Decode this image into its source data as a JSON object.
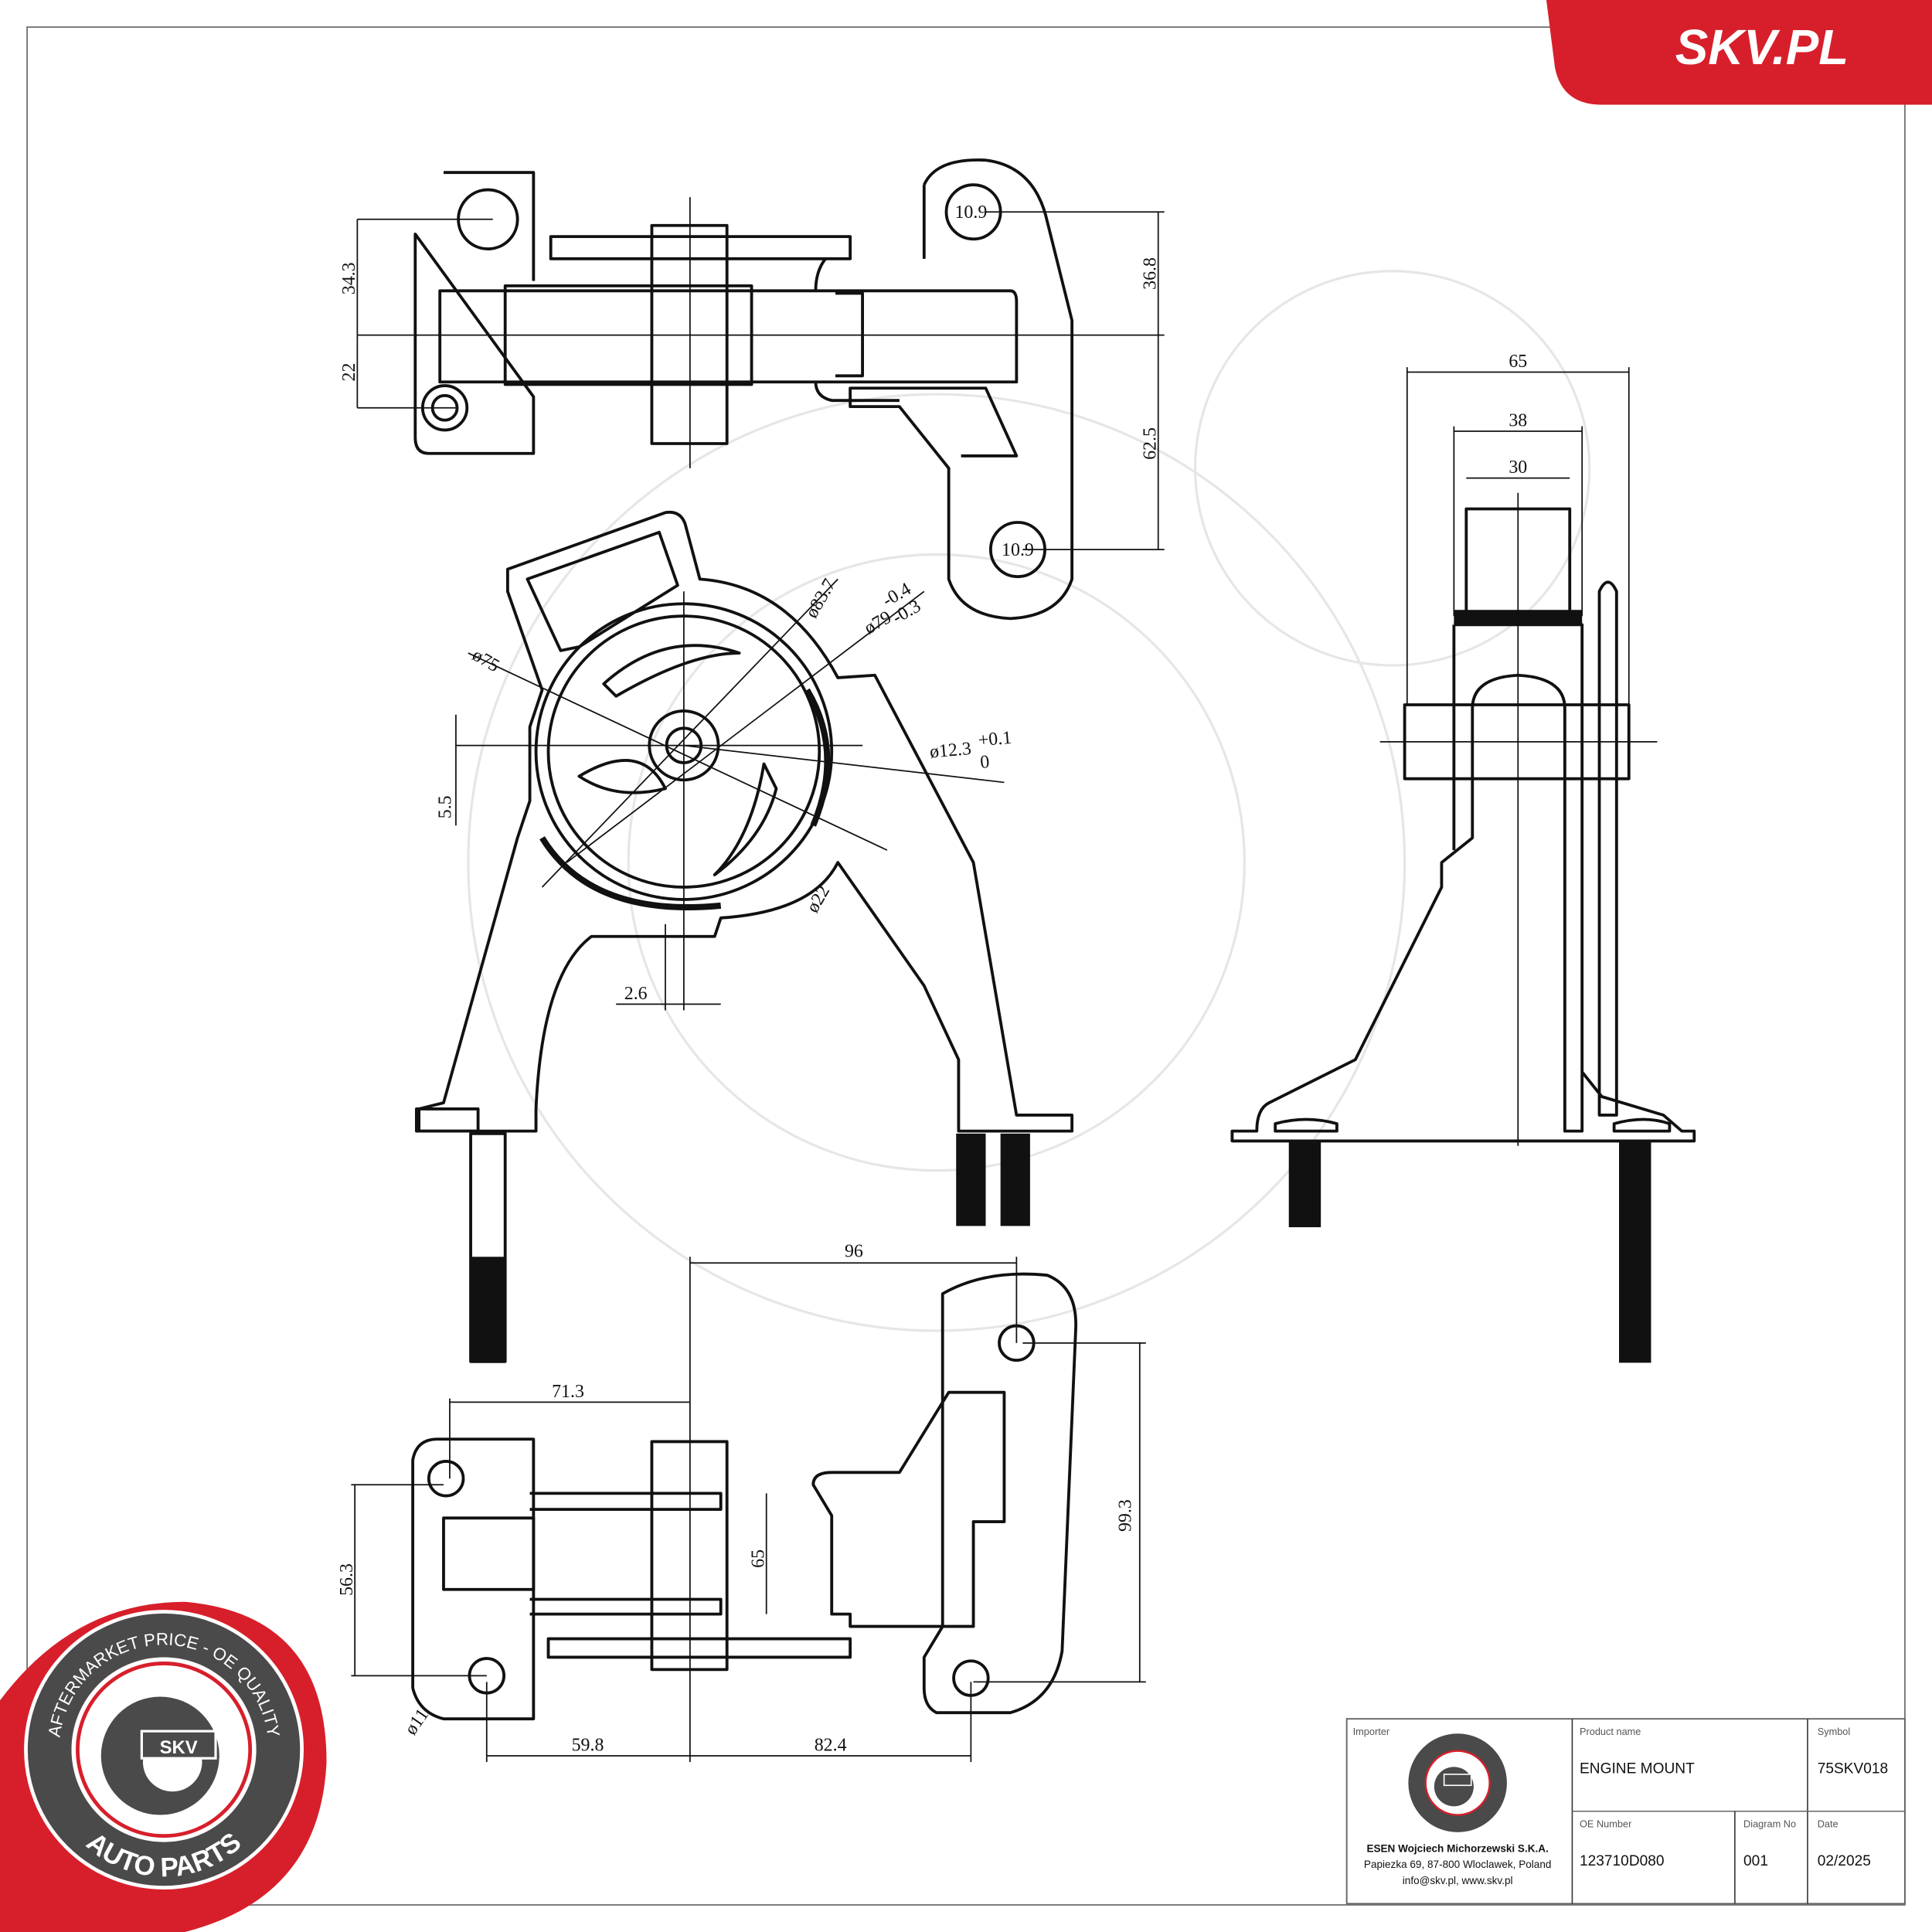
{
  "brand": {
    "banner_text": "SKV.PL",
    "red": "#d71f2b",
    "gray": "#4a4a4a"
  },
  "seal": {
    "top_text": "AFTERMARKET PRICE - OE QUALITY",
    "bottom_text": "AUTO PARTS",
    "center_text": "SKV"
  },
  "top_view": {
    "dims": [
      "34.3",
      "22",
      "36.8",
      "62.5",
      "10.9",
      "10.9"
    ]
  },
  "front_view": {
    "dims": {
      "d83": "ø83.7",
      "d79": "ø79",
      "d79_tol_upper": "-0.4",
      "d79_tol_lower": "-0.3",
      "d75": "ø75",
      "d12": "ø12.3",
      "d12_tol_upper": "+0.1",
      "d12_tol_lower": "0",
      "offset": "5.5",
      "d22": "ø22",
      "gap": "2.6"
    }
  },
  "side_view": {
    "dims": [
      "65",
      "38",
      "30"
    ]
  },
  "bottom_view": {
    "dims": {
      "d96": "96",
      "d71": "71.3",
      "d56": "56.3",
      "d65": "65",
      "d99": "99.3",
      "d11": "ø11",
      "d59": "59.8",
      "d82": "82.4"
    }
  },
  "title_block": {
    "importer_label": "Importer",
    "importer_name": "ESEN Wojciech Michorzewski S.K.A.",
    "importer_address": "Papiezka 69, 87-800 Wloclawek, Poland",
    "importer_contact": "info@skv.pl, www.skv.pl",
    "product_name_label": "Product name",
    "product_name": "ENGINE MOUNT",
    "symbol_label": "Symbol",
    "symbol": "75SKV018",
    "oe_number_label": "OE Number",
    "oe_number": "123710D080",
    "diagram_no_label": "Diagram No",
    "diagram_no": "001",
    "date_label": "Date",
    "date": "02/2025"
  }
}
